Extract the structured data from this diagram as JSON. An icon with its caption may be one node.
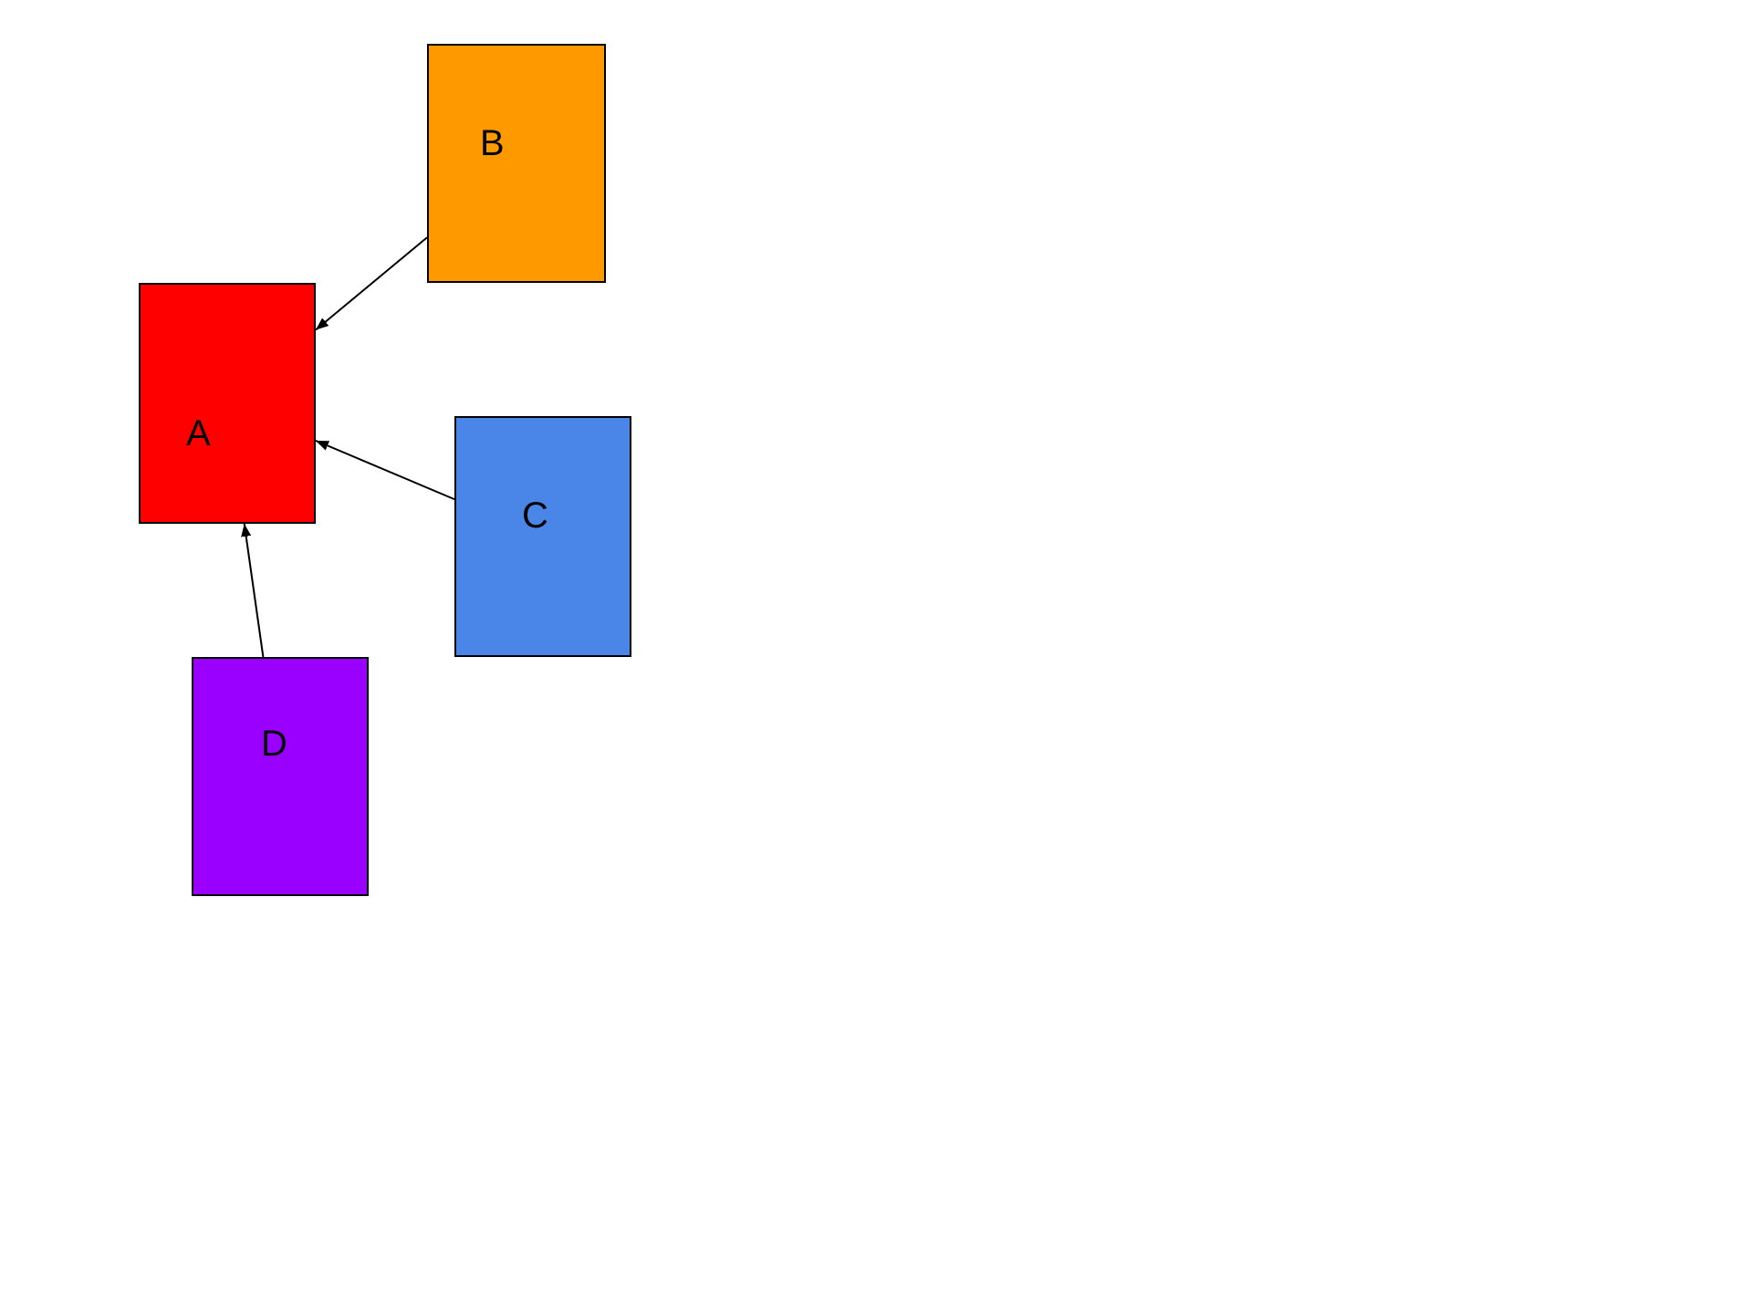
{
  "diagram": {
    "nodes": [
      {
        "text": [
          "A"
        ]
      },
      {
        "text": [
          "B"
        ]
      },
      {
        "text": [
          "C"
        ]
      },
      {
        "text": [
          "D"
        ]
      }
    ],
    "edges": [
      {
        "from": 1,
        "to": 0,
        "arrow": "to"
      },
      {
        "from": 2,
        "to": 0,
        "arrow": "to"
      },
      {
        "from": 3,
        "to": 0,
        "arrow": "to"
      }
    ]
  }
}
